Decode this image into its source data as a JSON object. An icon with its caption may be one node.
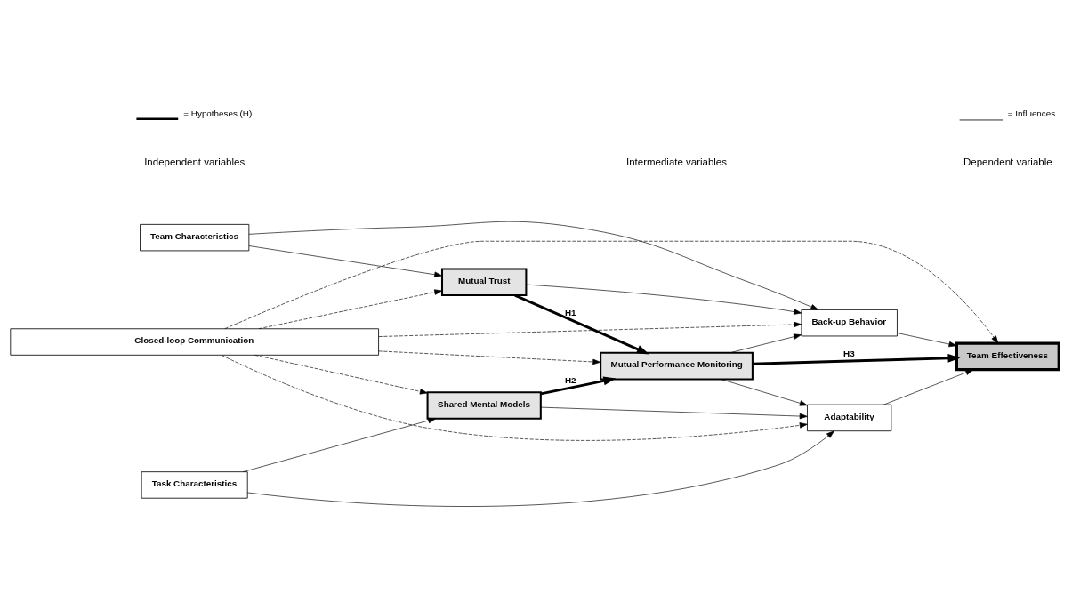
{
  "diagram": {
    "nodes": [
      {
        "text": [
          "Team Characteristics"
        ]
      },
      {
        "text": [
          "Task Characteristics"
        ]
      },
      {
        "text": [
          "Mutual Trust"
        ]
      },
      {
        "text": [
          "Shared Mental Models"
        ]
      },
      {
        "text": [
          "Mutual Performance Monitoring"
        ]
      },
      {
        "text": [
          "Back-up Behavior"
        ]
      },
      {
        "text": [
          "Adaptability"
        ]
      },
      {
        "text": [
          "Team Effectiveness"
        ]
      },
      {
        "text": [
          "Closed-loop Communication"
        ]
      }
    ],
    "edges": [
      {
        "from": 0,
        "to": 5,
        "arrow": "to"
      },
      {
        "from": 0,
        "to": 2,
        "arrow": "to"
      },
      {
        "from": 2,
        "to": 5,
        "arrow": "to"
      },
      {
        "from": 2,
        "to": 4,
        "arrow": "to",
        "label": "H1",
        "style": "thick"
      },
      {
        "from": 3,
        "to": 4,
        "arrow": "to",
        "label": "H2",
        "style": "thick"
      },
      {
        "from": 4,
        "to": 5,
        "arrow": "to"
      },
      {
        "from": 4,
        "to": 7,
        "arrow": "to",
        "label": "H3",
        "style": "thick"
      },
      {
        "from": 4,
        "to": 6,
        "arrow": "to"
      },
      {
        "from": 5,
        "to": 7,
        "arrow": "to"
      },
      {
        "from": 1,
        "to": 3,
        "arrow": "to"
      },
      {
        "from": 3,
        "to": 6,
        "arrow": "to"
      },
      {
        "from": 1,
        "to": 6,
        "arrow": "to"
      },
      {
        "from": 6,
        "to": 7,
        "arrow": "to"
      },
      {
        "from": 8,
        "to": 2,
        "arrow": "to",
        "style": "dashed"
      },
      {
        "from": 8,
        "to": 3,
        "arrow": "to",
        "style": "dashed"
      },
      {
        "from": 8,
        "to": 4,
        "arrow": "to",
        "style": "dashed"
      },
      {
        "from": 8,
        "to": 6,
        "arrow": "to",
        "style": "dashed"
      },
      {
        "from": 8,
        "to": 5,
        "arrow": "to",
        "style": "dashed"
      },
      {
        "from": 8,
        "to": 7,
        "arrow": "to",
        "style": "dashed"
      }
    ],
    "labels": [
      "Independent variables",
      "Intermediate variables",
      "Dependent variable"
    ],
    "legend": [
      {
        "text": "= Hypotheses (H)"
      },
      {
        "text": "= Influences"
      }
    ]
  }
}
